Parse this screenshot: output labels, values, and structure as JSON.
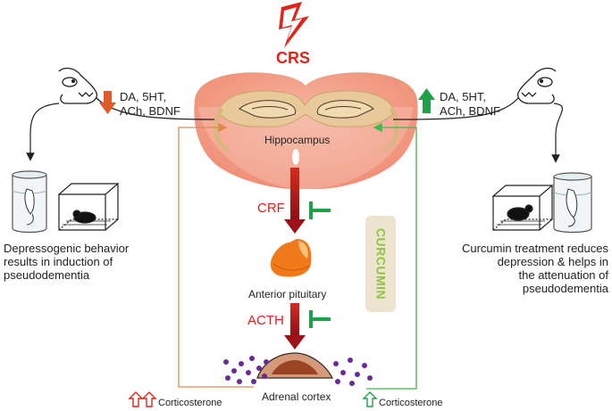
{
  "stress_label": "CRS",
  "brain_region": "Hippocampus",
  "neuro_left": {
    "line1": "DA, 5HT,",
    "line2": "ACh, BDNF",
    "direction": "down"
  },
  "neuro_right": {
    "line1": "DA, 5HT,",
    "line2": "ACh, BDNF",
    "direction": "up"
  },
  "hormones": {
    "crf": "CRF",
    "acth": "ACTH"
  },
  "organs": {
    "pituitary": "Anterior pituitary",
    "adrenal": "Adrenal cortex"
  },
  "treatment_label": "CURCUMIN",
  "left_caption": [
    "Depressogenic behavior",
    "results in induction of",
    "pseudodementia"
  ],
  "right_caption": [
    "Curcumin treatment reduces",
    "depression & helps in",
    "the attenuation of",
    "pseudodementia"
  ],
  "cort_left": "Corticosterone",
  "cort_right": "Corticosterone",
  "colors": {
    "stress": "#e2231a",
    "down_arrow": "#e05a2a",
    "up_arrow": "#1fa149",
    "inhibit": "#1fa149",
    "feedback_left": "#e08a4a",
    "feedback_right": "#3dbb4a",
    "curcumin_text": "#8cc63f",
    "curcumin_box": "#ede3cf",
    "cascade_arrow": "#b0161b",
    "dots": "#6a2a9a"
  }
}
